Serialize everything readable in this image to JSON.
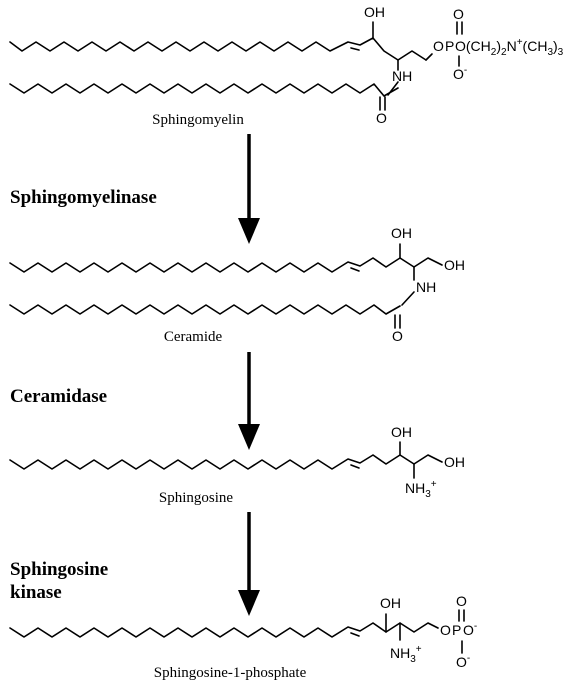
{
  "molecules": [
    {
      "name": "Sphingomyelin",
      "atoms": {
        "oh": "OH",
        "nh": "NH",
        "carbonyl_o": "O",
        "ether_o": "O",
        "head_p": "P",
        "head_top_o": "O",
        "head_bottom_o": "O",
        "choline_main": "O(CH",
        "choline_sub1": "2",
        "choline_mid": ")",
        "choline_sub2": "2",
        "choline_n": "N",
        "choline_plus": "+",
        "choline_open": "(CH",
        "choline_sub3": "3",
        "choline_close": ")",
        "choline_sub4": "3",
        "minus": "-"
      }
    },
    {
      "name": "Ceramide",
      "atoms": {
        "oh_top": "OH",
        "oh_end": "OH",
        "nh": "NH",
        "carbonyl_o": "O"
      }
    },
    {
      "name": "Sphingosine",
      "atoms": {
        "oh_top": "OH",
        "oh_end": "OH",
        "nh3": "NH",
        "nh3_sub": "3",
        "nh3_plus": "+"
      }
    },
    {
      "name": "Sphingosine-1-phosphate",
      "atoms": {
        "oh_top": "OH",
        "ether_o": "O",
        "p": "P",
        "p_right_o": "O",
        "p_top_o": "O",
        "p_bottom_o": "O",
        "minus": "-",
        "nh3": "NH",
        "nh3_sub": "3",
        "nh3_plus": "+"
      }
    }
  ],
  "enzymes": [
    {
      "label": "Sphingomyelinase"
    },
    {
      "label": "Ceramidase"
    },
    {
      "label_line1": "Sphingosine",
      "label_line2": "kinase"
    }
  ]
}
